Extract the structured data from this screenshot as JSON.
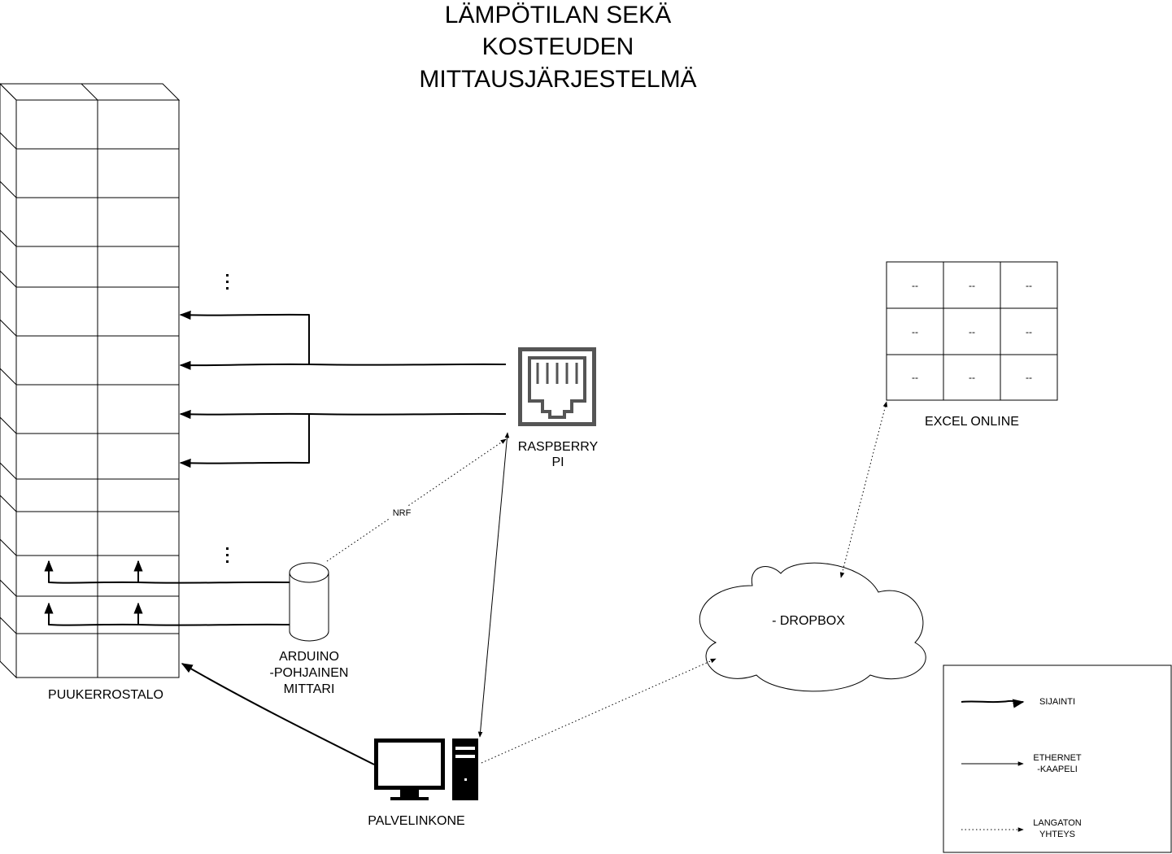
{
  "title": [
    "LÄMPÖTILAN SEKÄ",
    "KOSTEUDEN",
    "MITTAUSJÄRJESTELMÄ"
  ],
  "nodes": {
    "building": "PUUKERROSTALO",
    "arduino": [
      "ARDUINO",
      "-POHJAINEN",
      "MITTARI"
    ],
    "raspberry": [
      "RASPBERRY",
      "PI"
    ],
    "server": "PALVELINKONE",
    "dropbox": "- DROPBOX",
    "excel": "EXCEL ONLINE"
  },
  "excel_cells": [
    "--",
    "--",
    "--",
    "--",
    "--",
    "--",
    "--",
    "--",
    "--"
  ],
  "edge_labels": {
    "nrf": "NRF"
  },
  "legend": {
    "location": [
      "SIJAINTI"
    ],
    "ethernet": [
      "ETHERNET",
      "-KAAPELI"
    ],
    "wireless": [
      "LANGATON",
      "YHTEYS"
    ]
  }
}
